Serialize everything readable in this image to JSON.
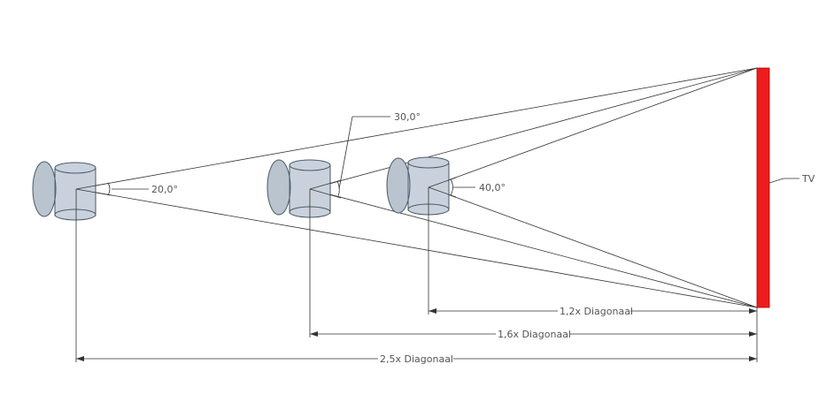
{
  "labels": {
    "angle_far": "20,0°",
    "angle_mid": "30,0°",
    "angle_near": "40,0°",
    "tv": "TV",
    "dist_near": "1,2x Diagonaal",
    "dist_mid": "1,6x Diagonaal",
    "dist_far": "2,5x Diagonaal"
  },
  "colors": {
    "tv": "#ee1c1c",
    "chair_fill": "#c9d2dc",
    "chair_stroke": "#4a5866",
    "line": "#333333"
  }
}
